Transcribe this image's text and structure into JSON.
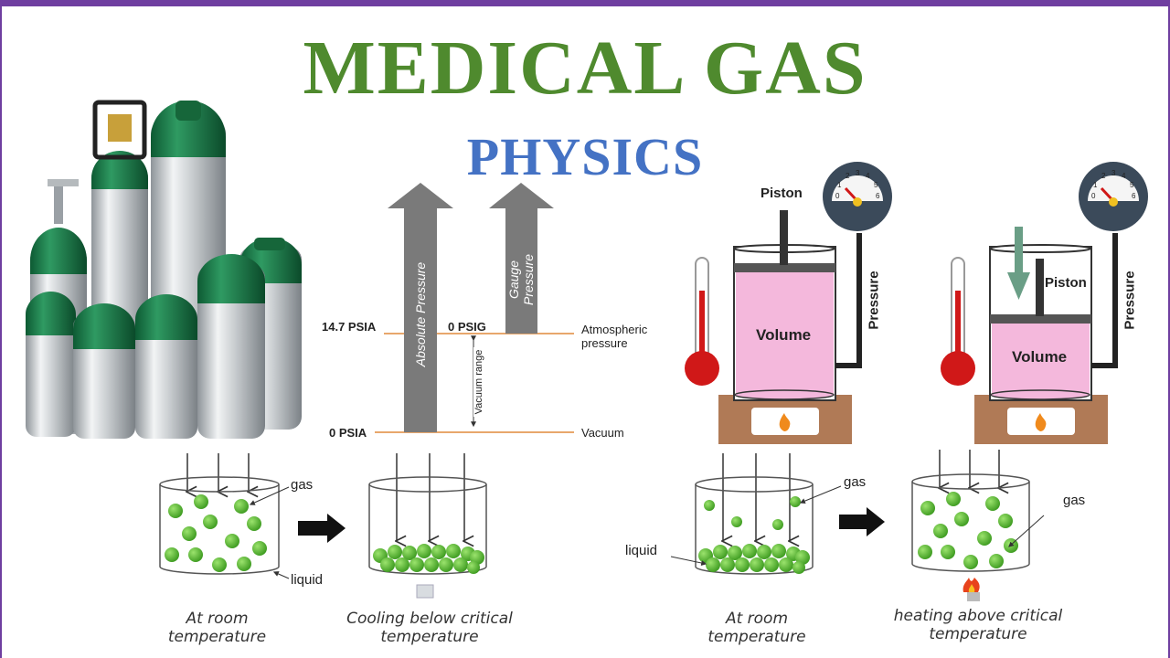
{
  "title": "MEDICAL GAS",
  "subtitle": "PHYSICS",
  "pressure_scale": {
    "absolute_pressure": "Absolute Pressure",
    "gauge_pressure": "Gauge Pressure",
    "psia_14_7": "14.7 PSIA",
    "psig_0": "0 PSIG",
    "psia_0": "0 PSIA",
    "atmospheric_pressure": "Atmospheric pressure",
    "vacuum": "Vacuum",
    "vacuum_range": "Vacuum range"
  },
  "piston_diagrams": {
    "piston": "Piston",
    "volume": "Volume",
    "pressure": "Pressure",
    "gauge_ticks": [
      "0",
      "1",
      "2",
      "3",
      "4",
      "5",
      "6"
    ]
  },
  "state_diagrams": {
    "gas": "gas",
    "liquid": "liquid",
    "captions": {
      "room_temp_1": "At room temperature",
      "cooling": "Cooling below critical temperature",
      "room_temp_2": "At room temperature",
      "heating": "heating above critical temperature"
    }
  },
  "colors": {
    "title_green": "#4f8a2e",
    "subtitle_blue": "#4472c4",
    "frame_purple": "#6f3ea0",
    "volume_pink": "#f4b8dc",
    "gas_green": "#4caf2a"
  }
}
